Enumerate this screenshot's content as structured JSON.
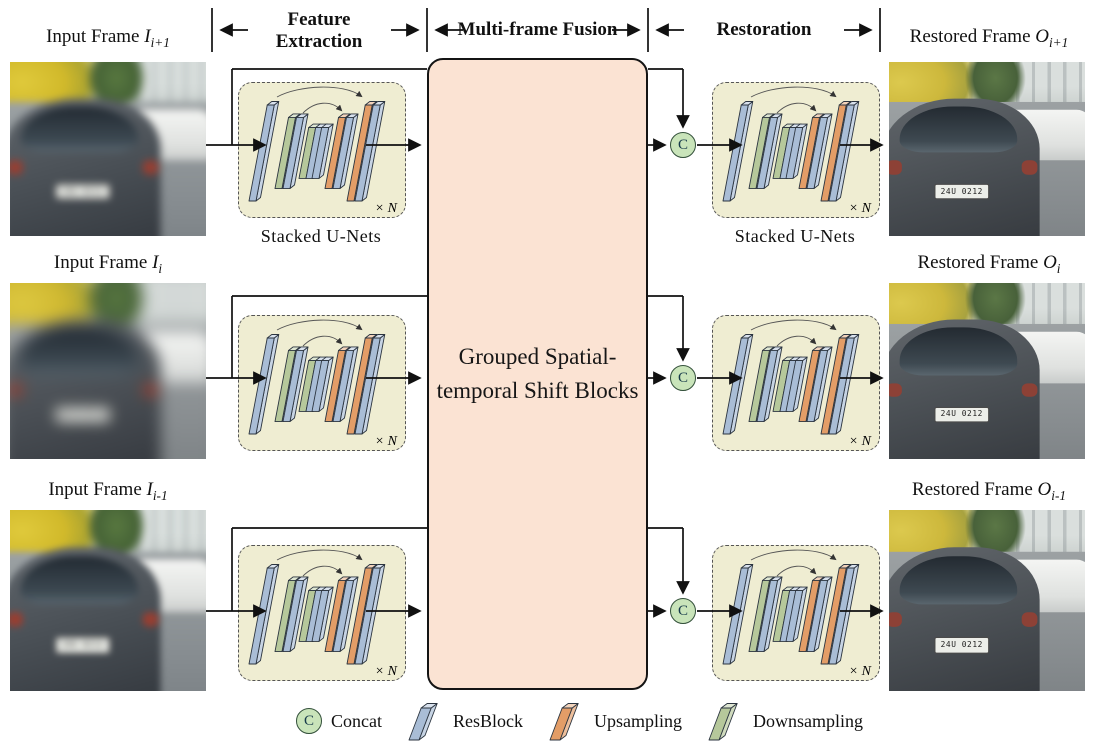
{
  "figure": {
    "stages": [
      {
        "label": "Feature Extraction"
      },
      {
        "label": "Multi-frame Fusion"
      },
      {
        "label": "Restoration"
      }
    ]
  },
  "rows": [
    {
      "input": {
        "prefix": "Input Frame ",
        "symbol": "I",
        "sub": "i+1"
      },
      "output": {
        "prefix": "Restored Frame ",
        "symbol": "O",
        "sub": "i+1"
      }
    },
    {
      "input": {
        "prefix": "Input Frame ",
        "symbol": "I",
        "sub": "i"
      },
      "output": {
        "prefix": "Restored Frame ",
        "symbol": "O",
        "sub": "i"
      }
    },
    {
      "input": {
        "prefix": "Input Frame ",
        "symbol": "I",
        "sub": "i-1"
      },
      "output": {
        "prefix": "Restored Frame ",
        "symbol": "O",
        "sub": "i-1"
      }
    }
  ],
  "unet": {
    "caption": "Stacked U-Nets",
    "repeat_label": "× N",
    "layers": [
      "resblock",
      "downsampling",
      "resblock",
      "downsampling",
      "resblock",
      "resblock",
      "upsampling",
      "resblock",
      "upsampling",
      "resblock"
    ]
  },
  "fusion": {
    "title": "Grouped Spatial-temporal Shift Blocks"
  },
  "concat": {
    "letter": "C"
  },
  "legend": [
    {
      "icon": "concat-circle",
      "label": "Concat"
    },
    {
      "icon": "resblock-slab",
      "label": "ResBlock"
    },
    {
      "icon": "upsampling-slab",
      "label": "Upsampling"
    },
    {
      "icon": "downsampling-slab",
      "label": "Downsampling"
    }
  ],
  "photo": {
    "plate": "24U 0212"
  },
  "colors": {
    "resblock": "#a9bdd6",
    "upsampling": "#e39d67",
    "downsampling": "#b6c89b",
    "unet_bg": "#efedd2",
    "fusion_bg": "#fbe3d3",
    "concat_fill": "#c9e4ba",
    "line": "#111111"
  }
}
